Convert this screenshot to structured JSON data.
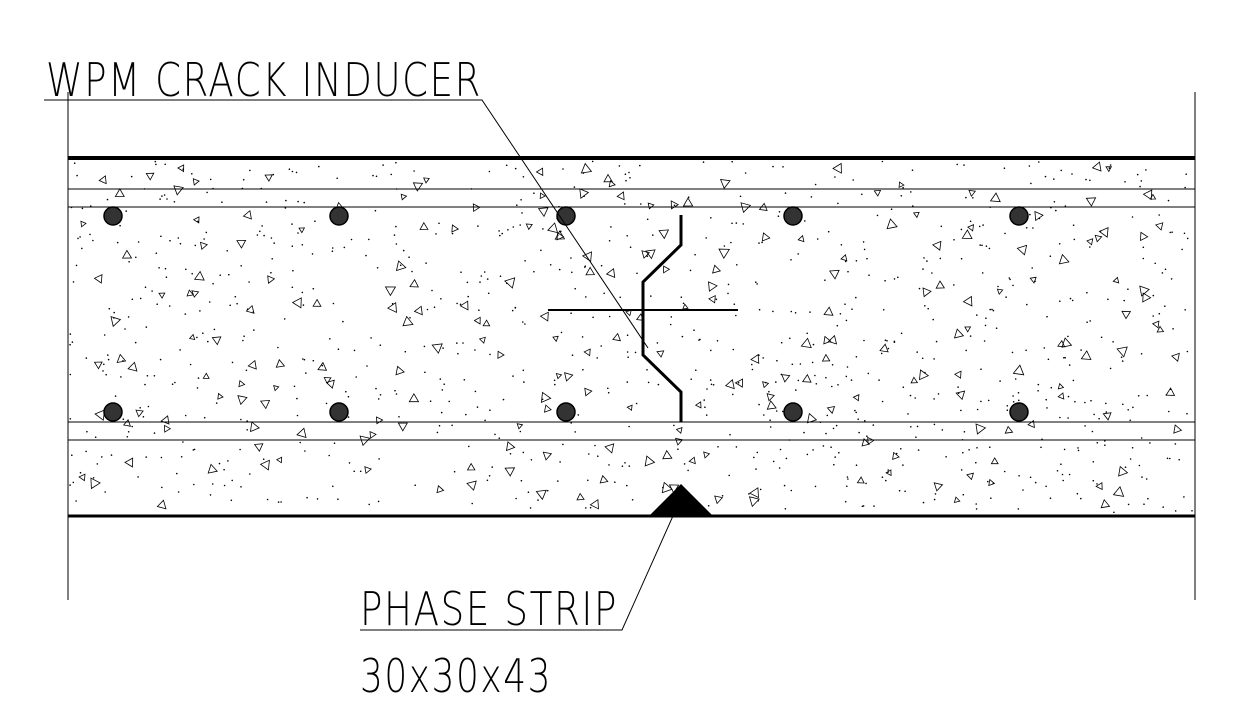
{
  "labels": {
    "crack_inducer": "WPM CRACK INDUCER",
    "phase_strip": "PHASE STRIP",
    "phase_strip_size": "30x30x43"
  },
  "colors": {
    "line": "#000000",
    "rebar_fill": "#333333",
    "background": "#ffffff"
  },
  "rebars": {
    "top_count": 5,
    "bottom_count": 5
  }
}
